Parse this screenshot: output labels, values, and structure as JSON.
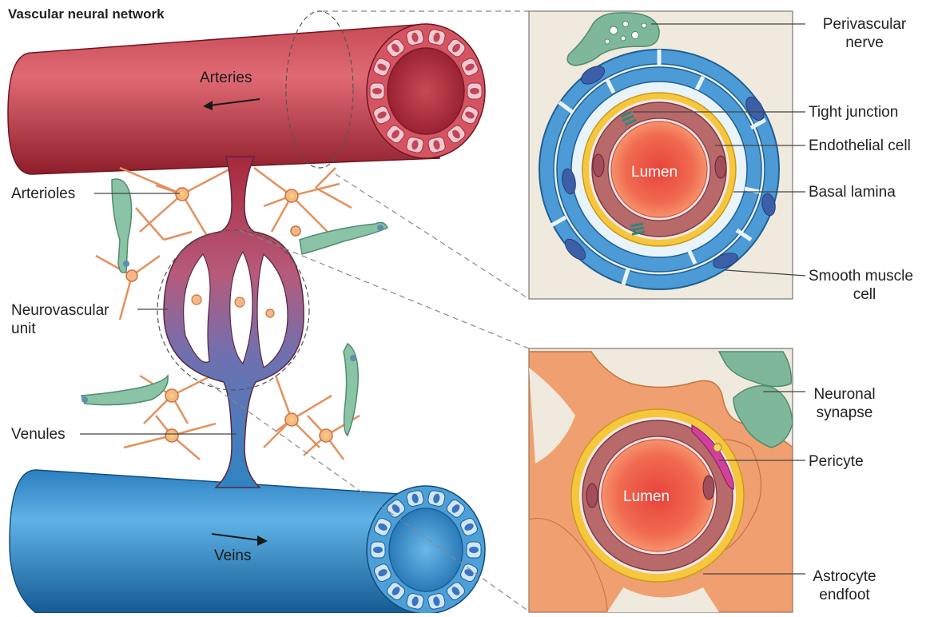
{
  "title": "Vascular neural network",
  "vessels": {
    "arteries": "Arteries",
    "veins": "Veins"
  },
  "left_labels": {
    "arterioles": "Arterioles",
    "neurovascular_line1": "Neurovascular",
    "neurovascular_line2": "unit",
    "venules": "Venules"
  },
  "top_inset": {
    "lumen": "Lumen",
    "labels": {
      "perivascular_line1": "Perivascular",
      "perivascular_line2": "nerve",
      "tight_junction": "Tight junction",
      "endothelial_cell": "Endothelial cell",
      "basal_lamina": "Basal lamina",
      "smooth_muscle_line1": "Smooth muscle",
      "smooth_muscle_line2": "cell"
    }
  },
  "bottom_inset": {
    "lumen": "Lumen",
    "labels": {
      "neuronal_line1": "Neuronal",
      "neuronal_line2": "synapse",
      "pericyte": "Pericyte",
      "astrocyte_line1": "Astrocyte",
      "astrocyte_line2": "endfoot"
    }
  },
  "colors": {
    "artery": "#b8323f",
    "vein": "#2f84c2",
    "astrocyte": "#f0a070",
    "neuron": "#7fb79a",
    "smooth_muscle": "#4c9bd6",
    "basal_lamina": "#f6c63c",
    "endothelium": "#b8696a",
    "inset_bg": "#efeadd"
  }
}
